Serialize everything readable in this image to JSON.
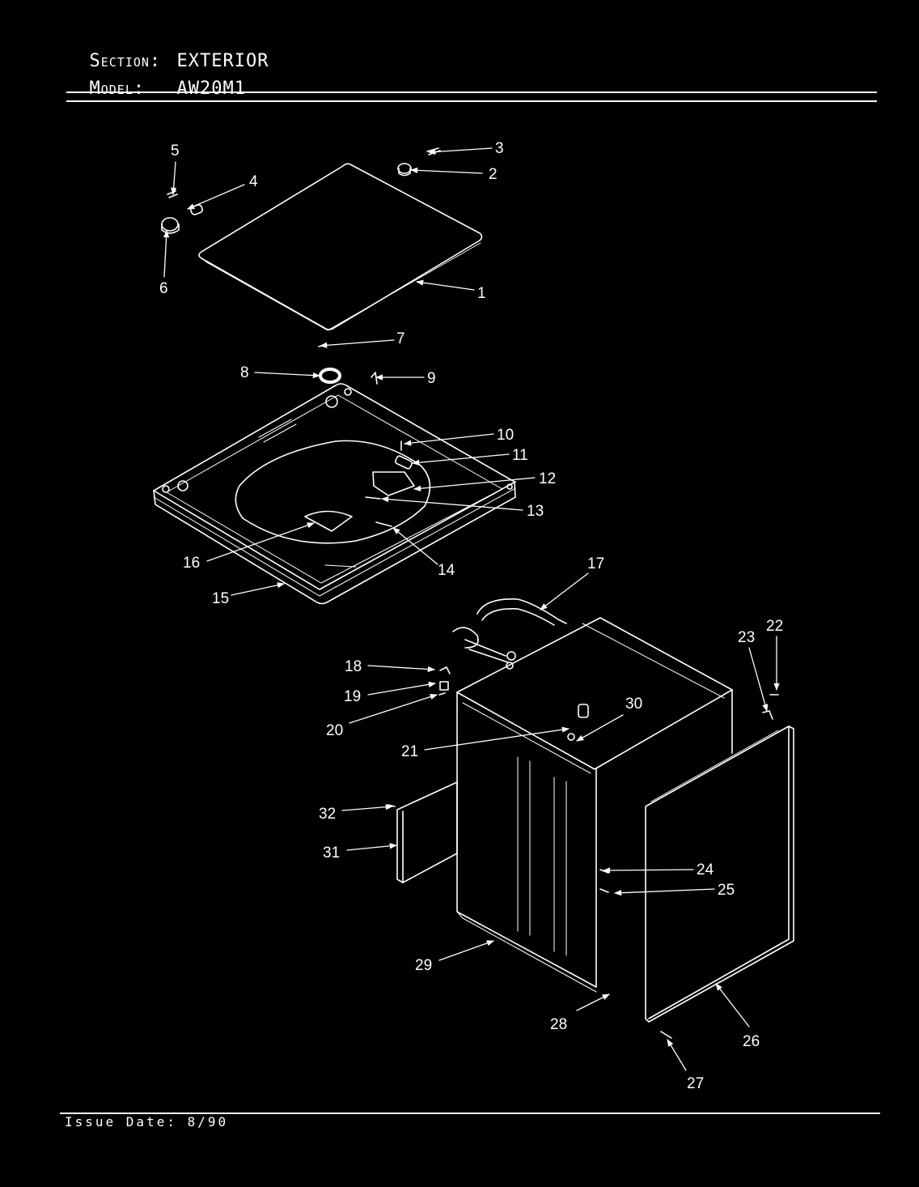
{
  "header": {
    "section_label": "Section:",
    "section_value": "EXTERIOR",
    "model_label": "Model:",
    "model_value": "AW20M1"
  },
  "footer": {
    "issue_date": "Issue Date: 8/90"
  },
  "callouts": {
    "c1": "1",
    "c2": "2",
    "c3": "3",
    "c4": "4",
    "c5": "5",
    "c6": "6",
    "c7": "7",
    "c8": "8",
    "c9": "9",
    "c10": "10",
    "c11": "11",
    "c12": "12",
    "c13": "13",
    "c14": "14",
    "c15": "15",
    "c16": "16",
    "c17": "17",
    "c18": "18",
    "c19": "19",
    "c20": "20",
    "c21": "21",
    "c22": "22",
    "c23": "23",
    "c24": "24",
    "c25": "25",
    "c26": "26",
    "c27": "27",
    "c28": "28",
    "c29": "29",
    "c30": "30",
    "c31": "31",
    "c32": "32"
  },
  "colors": {
    "background": "#000000",
    "ink": "#ffffff"
  }
}
